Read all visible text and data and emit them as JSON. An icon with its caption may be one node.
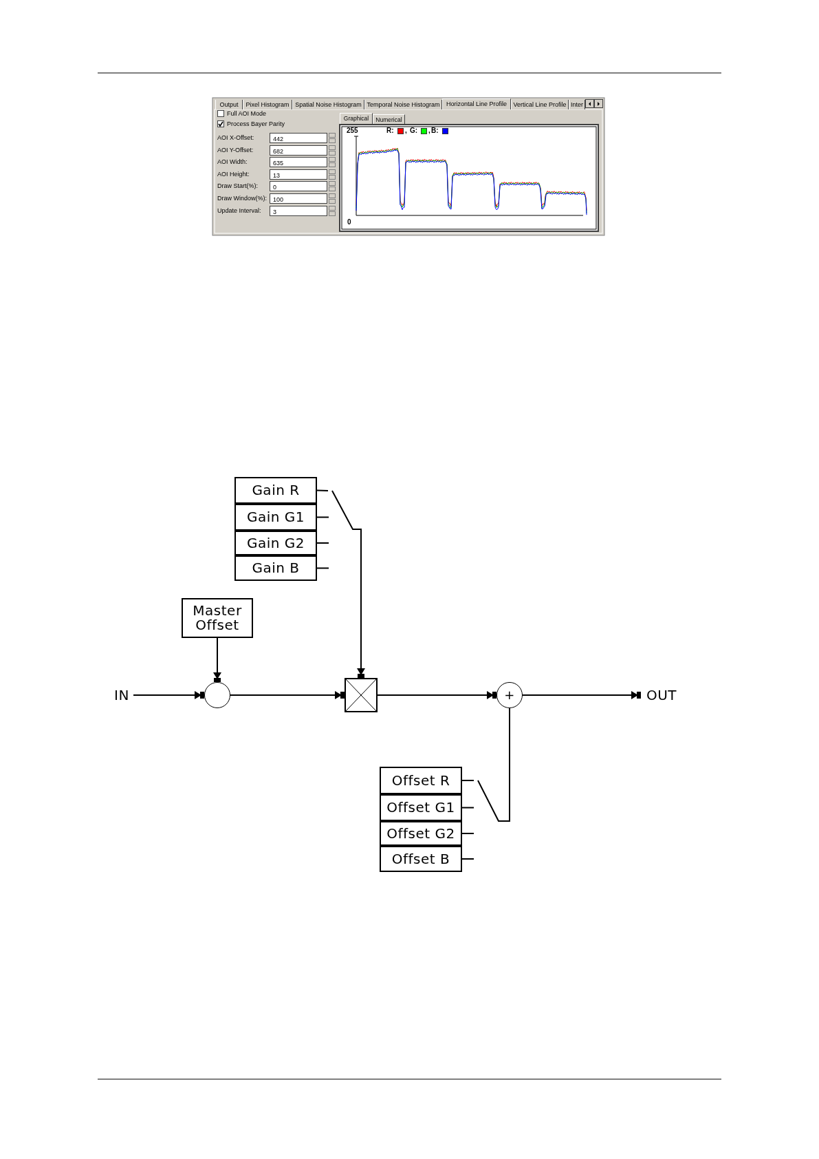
{
  "diagram": {
    "nodes": [
      {
        "text": [
          "Gain R"
        ]
      },
      {
        "text": [
          "Gain G1"
        ]
      },
      {
        "text": [
          "Gain G2"
        ]
      },
      {
        "text": [
          "Gain B"
        ]
      },
      {
        "text": [
          "Master Offset"
        ]
      },
      {
        "text": [
          "IN"
        ]
      },
      {
        "text": [],
        "shape": "circle"
      },
      {
        "text": [],
        "shape": "box"
      },
      {
        "text": [
          "+"
        ]
      },
      {
        "text": [
          "OUT"
        ]
      },
      {
        "text": [
          "Offset R"
        ]
      },
      {
        "text": [
          "Offset G1"
        ]
      },
      {
        "text": [
          "Offset G2"
        ]
      },
      {
        "text": [
          "Offset B"
        ]
      }
    ],
    "edges": [
      {
        "from": 5,
        "to": 6,
        "arrow": "to"
      },
      {
        "from": 4,
        "to": 6,
        "arrow": "to"
      },
      {
        "from": 6,
        "to": 7,
        "arrow": "to"
      },
      {
        "from": 0,
        "to": 7,
        "arrow": "to"
      },
      {
        "from": 7,
        "to": 8,
        "arrow": "to"
      },
      {
        "from": 8,
        "to": 9,
        "arrow": "to"
      },
      {
        "from": 10,
        "to": 8,
        "arrow": "none"
      }
    ],
    "labels": [
      "Output",
      "Pixel Histogram",
      "Spatial Noise Histogram",
      "Temporal Noise Histogram",
      "Horizontal Line Profile",
      "Vertical Line Profile",
      "Inter",
      "Full AOI Mode",
      "Process Bayer Parity",
      "Graphical",
      "Numerical",
      "AOI X-Offset:",
      "442",
      "AOI Y-Offset:",
      "682",
      "AOI Width:",
      "635",
      "AOI Height:",
      "13",
      "Draw Start(%):",
      "0",
      "Draw Window(%):",
      "100",
      "Update Interval:",
      "3",
      "255",
      ",",
      ",",
      "0"
    ],
    "legend": [
      {
        "text": "R:",
        "color": "#ff0000"
      },
      {
        "text": "G:",
        "color": "#00ff00"
      },
      {
        "text": "B:",
        "color": "#0000ff"
      }
    ]
  }
}
